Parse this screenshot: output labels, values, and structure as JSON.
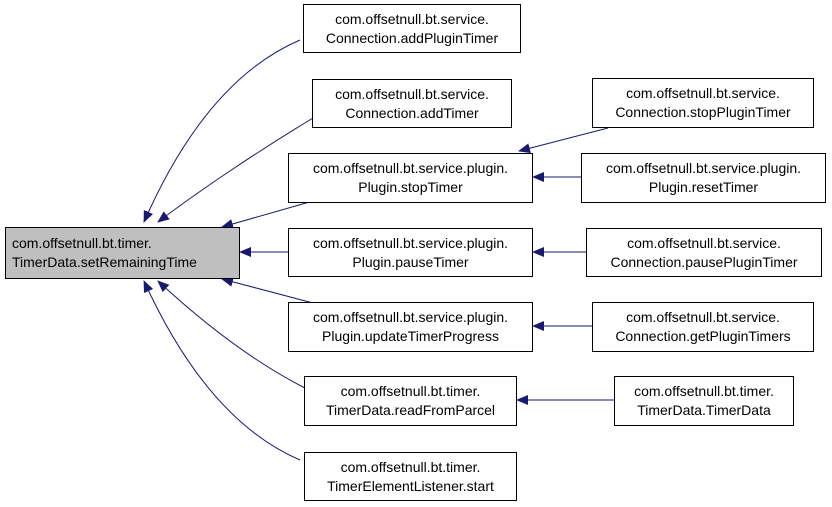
{
  "nodes": {
    "root": {
      "line1": "com.offsetnull.bt.timer.",
      "line2": "TimerData.setRemainingTime"
    },
    "conn_add_plugin_timer": {
      "line1": "com.offsetnull.bt.service.",
      "line2": "Connection.addPluginTimer"
    },
    "conn_add_timer": {
      "line1": "com.offsetnull.bt.service.",
      "line2": "Connection.addTimer"
    },
    "plugin_stop_timer": {
      "line1": "com.offsetnull.bt.service.plugin.",
      "line2": "Plugin.stopTimer"
    },
    "plugin_pause_timer": {
      "line1": "com.offsetnull.bt.service.plugin.",
      "line2": "Plugin.pauseTimer"
    },
    "plugin_update_progress": {
      "line1": "com.offsetnull.bt.service.plugin.",
      "line2": "Plugin.updateTimerProgress"
    },
    "timerdata_read_parcel": {
      "line1": "com.offsetnull.bt.timer.",
      "line2": "TimerData.readFromParcel"
    },
    "listener_start": {
      "line1": "com.offsetnull.bt.timer.",
      "line2": "TimerElementListener.start"
    },
    "conn_stop_plugin_timer": {
      "line1": "com.offsetnull.bt.service.",
      "line2": "Connection.stopPluginTimer"
    },
    "plugin_reset_timer": {
      "line1": "com.offsetnull.bt.service.plugin.",
      "line2": "Plugin.resetTimer"
    },
    "conn_pause_plugin_timer": {
      "line1": "com.offsetnull.bt.service.",
      "line2": "Connection.pausePluginTimer"
    },
    "conn_get_plugin_timers": {
      "line1": "com.offsetnull.bt.service.",
      "line2": "Connection.getPluginTimers"
    },
    "timerdata_ctor": {
      "line1": "com.offsetnull.bt.timer.",
      "line2": "TimerData.TimerData"
    }
  },
  "edge_color": "#191970",
  "root_fill": "#bfbfbf"
}
